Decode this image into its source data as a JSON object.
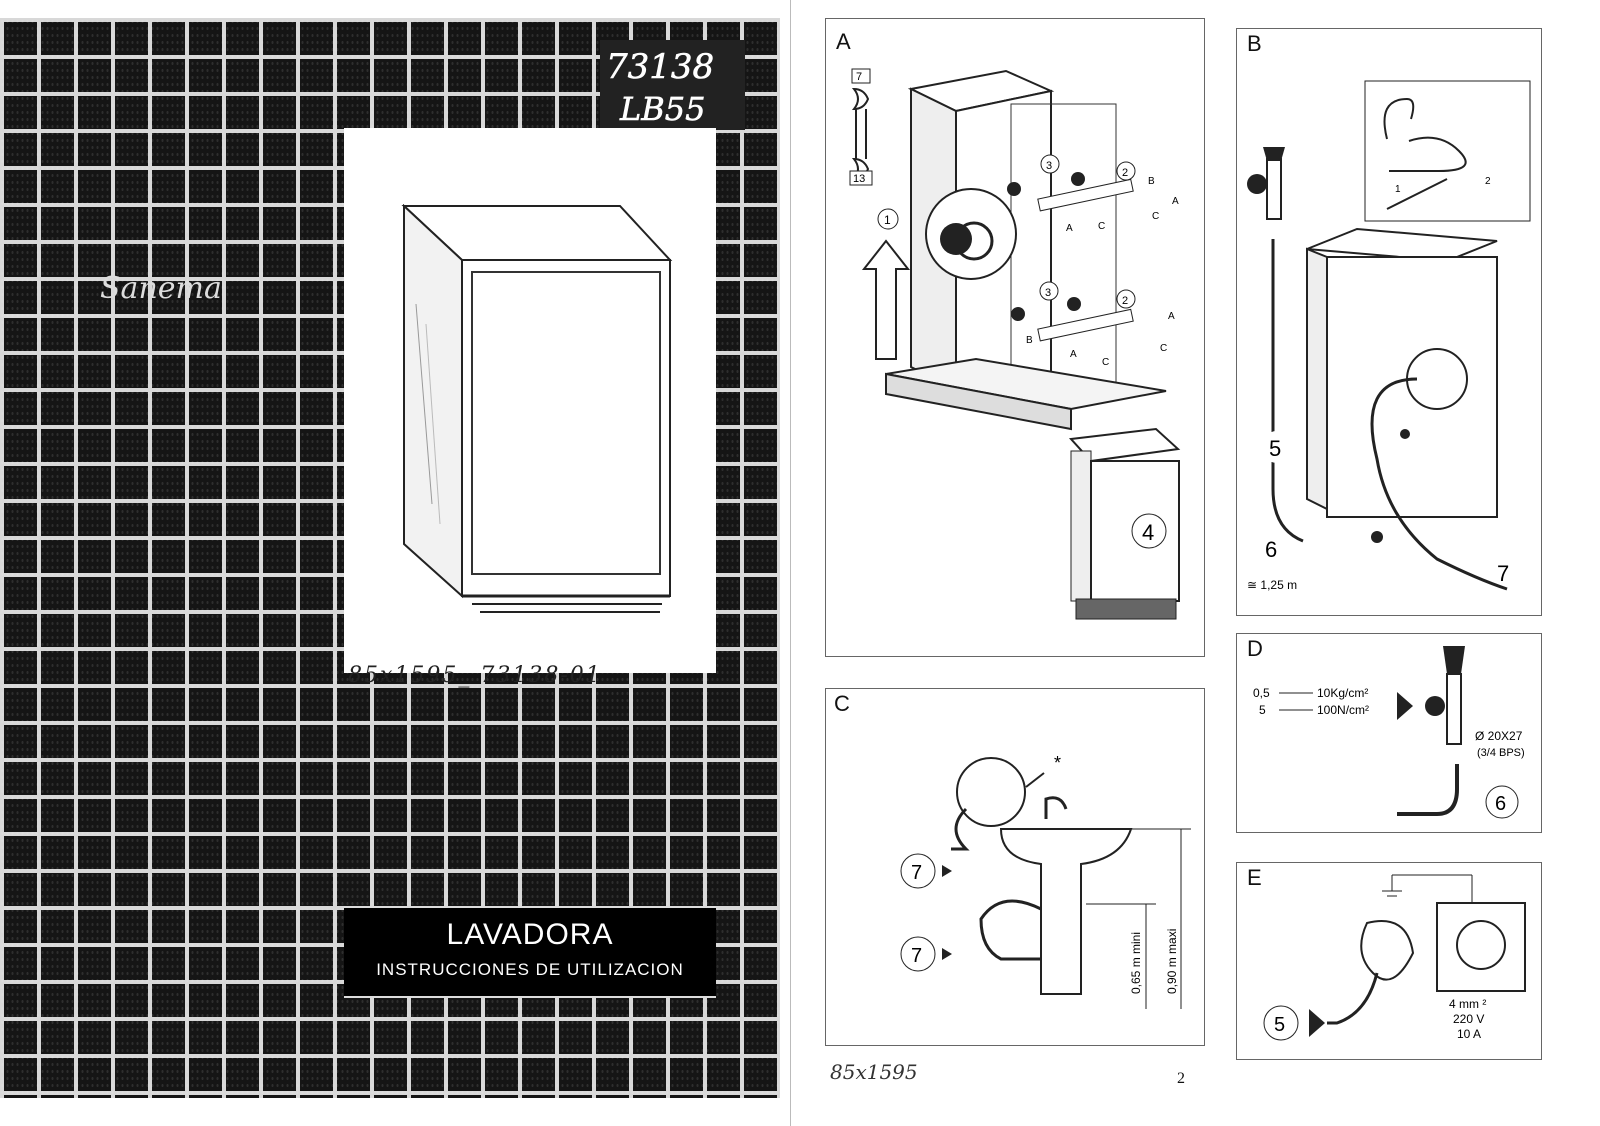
{
  "cover": {
    "handwritten_code_top_1": "73138",
    "handwritten_code_top_2": "LB55",
    "brand_script": "Sanema",
    "handwritten_code": "85x1595_ 73138-01",
    "title": "LAVADORA",
    "subtitle": "INSTRUCCIONES DE UTILIZACION"
  },
  "figures": {
    "a": {
      "label": "A",
      "wrench_sizes": [
        "7",
        "13"
      ],
      "step_numbers": [
        "1",
        "2",
        "3",
        "4"
      ],
      "part_letters": [
        "A",
        "B",
        "C"
      ]
    },
    "b": {
      "label": "B",
      "callouts": [
        "5",
        "6",
        "7"
      ],
      "hose_length": "≅ 1,25 m",
      "inset_steps": [
        "1",
        "2"
      ]
    },
    "c": {
      "label": "C",
      "callouts": [
        "7",
        "7"
      ],
      "asterisk": "*",
      "min_height": "0,65 m mini",
      "max_height": "0,90 m maxi"
    },
    "d": {
      "label": "D",
      "pressure_rows": [
        {
          "value": "0,5",
          "unit": "10Kg/cm²"
        },
        {
          "value": "5",
          "unit": "100N/cm²"
        }
      ],
      "thread": "Ø 20X27",
      "thread_note": "(3/4 BPS)",
      "callout": "6"
    },
    "e": {
      "label": "E",
      "callout": "5",
      "spec_1": "4 mm ²",
      "spec_2": "220 V",
      "spec_3": "10 A"
    }
  },
  "footer": {
    "note": "85x1595",
    "page_number": "2"
  }
}
